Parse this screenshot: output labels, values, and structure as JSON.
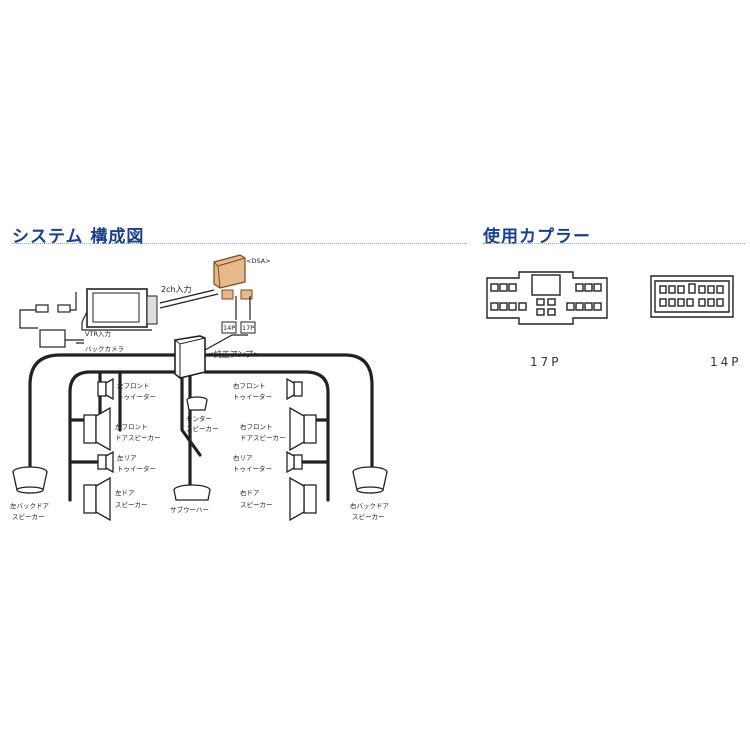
{
  "sections": {
    "system_title": "システム 構成図",
    "coupler_title": "使用カプラー"
  },
  "diagram": {
    "dsa": "<DSA>",
    "input_2ch": "2ch入力",
    "vtr_input": "VTR入力",
    "back_camera": "バックカメラ",
    "amp": "<純正アンプ>",
    "tag_14p": "14P",
    "tag_17p": "17P",
    "left_front_tweeter": [
      "左フロント",
      "トゥイーター"
    ],
    "left_front_door": [
      "左フロント",
      "ドアスピーカー"
    ],
    "left_rear_tweeter": [
      "左リア",
      "トゥイーター"
    ],
    "left_door": [
      "左ドア",
      "スピーカー"
    ],
    "right_front_tweeter": [
      "右フロント",
      "トゥイーター"
    ],
    "right_front_door": [
      "右フロント",
      "ドアスピーカー"
    ],
    "right_rear_tweeter": [
      "右リア",
      "トゥイーター"
    ],
    "right_door": [
      "右ドア",
      "スピーカー"
    ],
    "center": [
      "センター",
      "スピーカー"
    ],
    "subwoofer": "サブウーハー",
    "left_back_door": [
      "左バックドア",
      "スピーカー"
    ],
    "right_back_door": [
      "右バックドア",
      "スピーカー"
    ]
  },
  "couplers": {
    "p17": "17P",
    "p14": "14P"
  }
}
